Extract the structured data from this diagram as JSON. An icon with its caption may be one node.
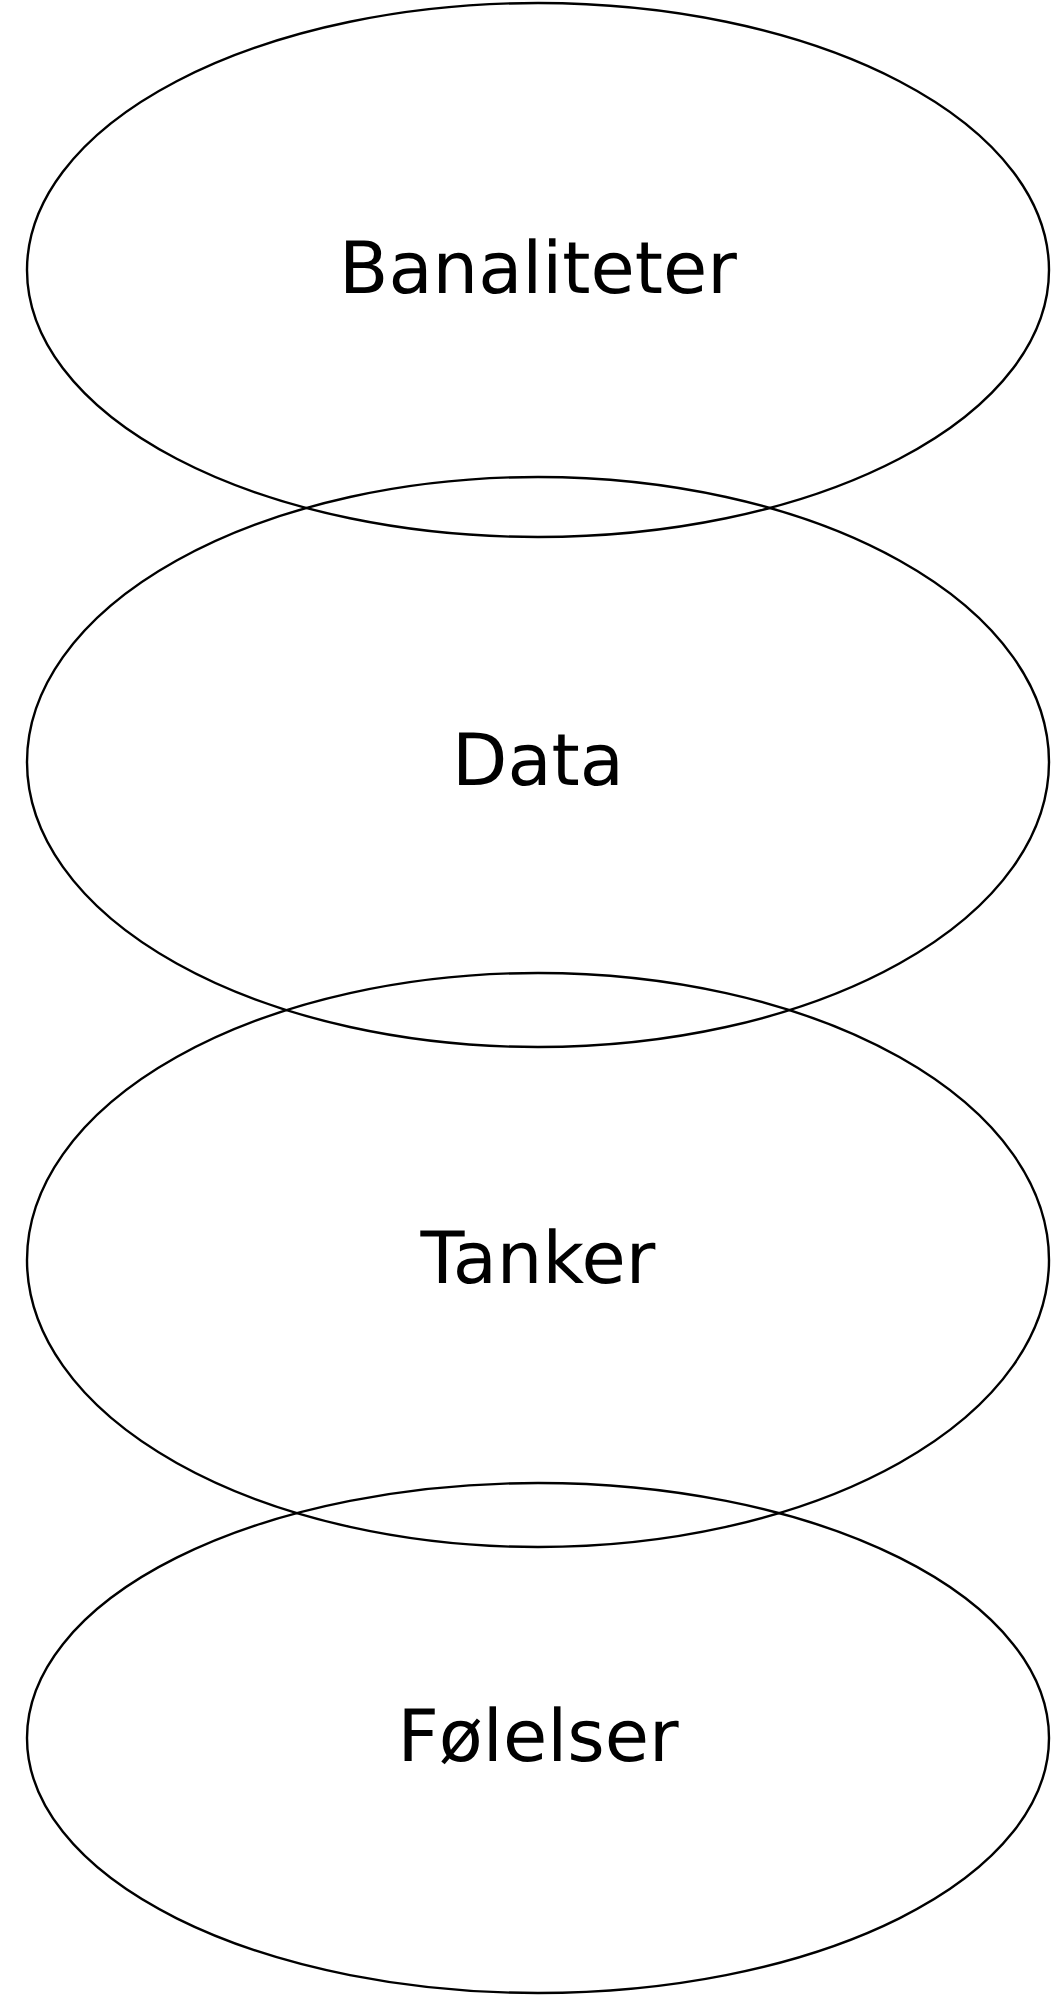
{
  "diagram": {
    "nodes": [
      {
        "text": [
          "Banaliteter"
        ]
      },
      {
        "text": [
          "Data"
        ]
      },
      {
        "text": [
          "Tanker"
        ]
      },
      {
        "text": [
          "Følelser"
        ]
      }
    ]
  }
}
